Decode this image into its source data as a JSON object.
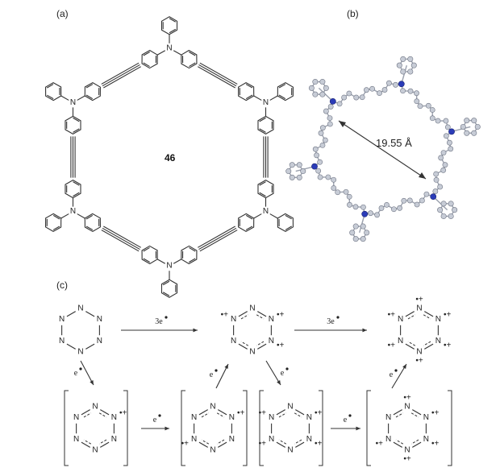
{
  "panels": {
    "a": {
      "label": "(a)",
      "compound": "46",
      "n_atom": "N"
    },
    "b": {
      "label": "(b)",
      "distance": "19.55 Å"
    },
    "c": {
      "label": "(c)",
      "nitrogen": "N",
      "electron_transfer_3": "3e",
      "electron_transfer_1": "e",
      "radical_cation": "•+"
    }
  }
}
